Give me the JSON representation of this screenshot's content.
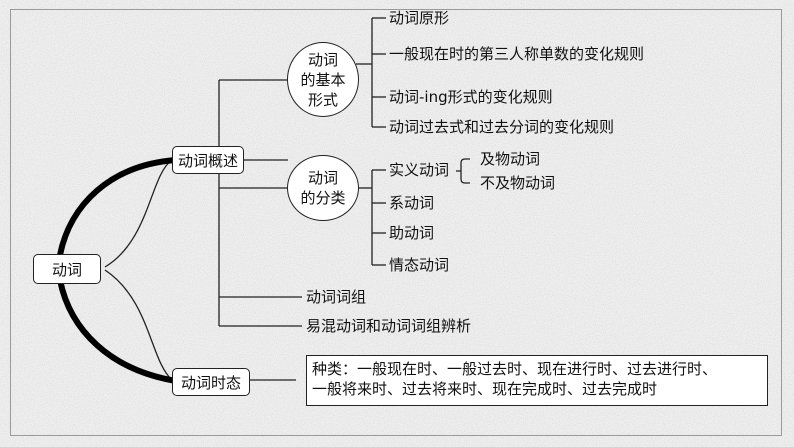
{
  "root": {
    "label": "动词"
  },
  "branches": {
    "overview": {
      "label": "动词概述"
    },
    "tense": {
      "label": "动词时态"
    }
  },
  "basic_forms": {
    "title_line1": "动词",
    "title_line2": "的基本",
    "title_line3": "形式",
    "items": [
      "动词原形",
      "一般现在时的第三人称单数的变化规则",
      "动词-ing形式的变化规则",
      "动词过去式和过去分词的变化规则"
    ]
  },
  "classification": {
    "title_line1": "动词",
    "title_line2": "的分类",
    "items": [
      "实义动词",
      "系动词",
      "助动词",
      "情态动词"
    ],
    "notional_sub": [
      "及物动词",
      "不及物动词"
    ]
  },
  "overview_leaves": [
    "动词词组",
    "易混动词和动词词组辨析"
  ],
  "tense_box": {
    "line1": "种类：一般现在时、一般过去时、现在进行时、过去进行时、",
    "line2": "一般将来时、过去将来时、现在完成时、过去完成时"
  }
}
